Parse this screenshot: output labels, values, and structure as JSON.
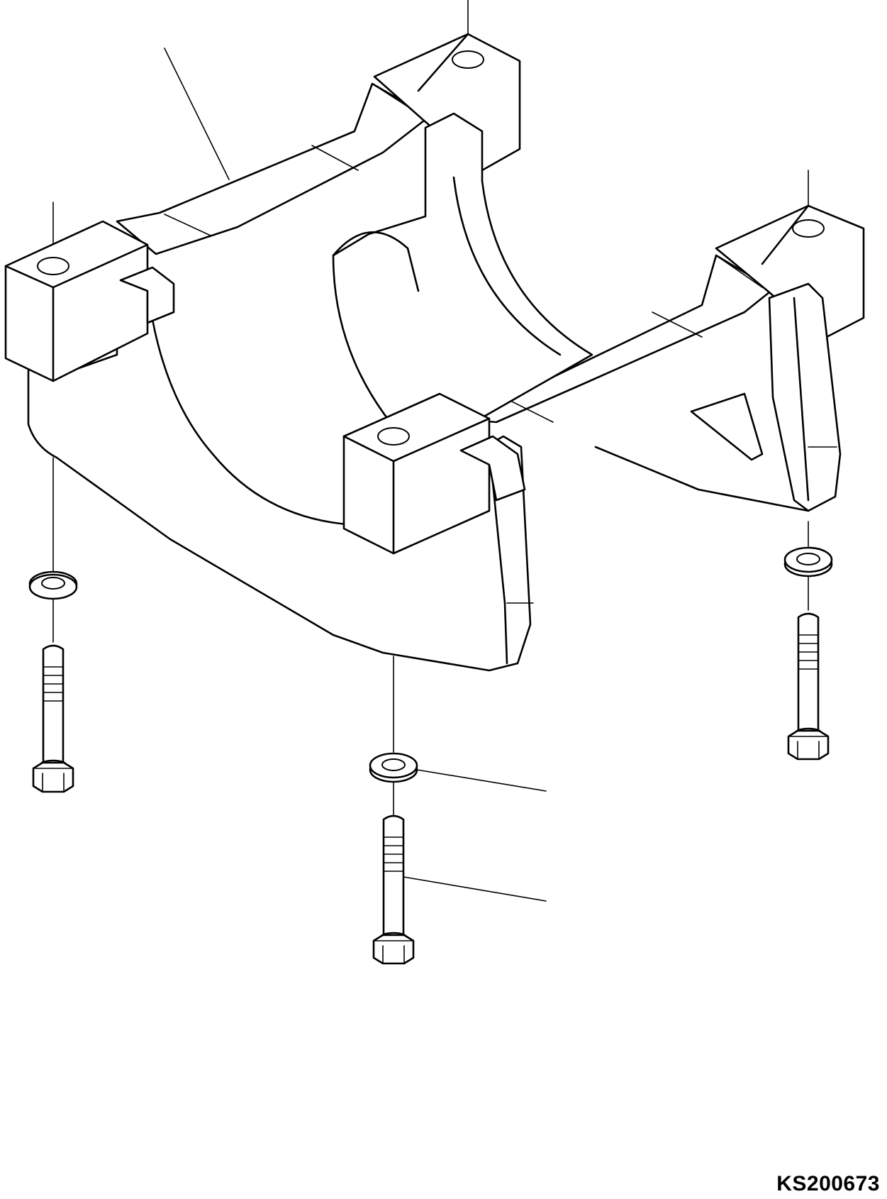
{
  "drawing": {
    "code": "KS200673",
    "parts": [
      {
        "name": "frame"
      },
      {
        "name": "washer"
      },
      {
        "name": "bolt"
      }
    ],
    "mount_pads": 4,
    "bolts": 3,
    "washers": 3
  }
}
